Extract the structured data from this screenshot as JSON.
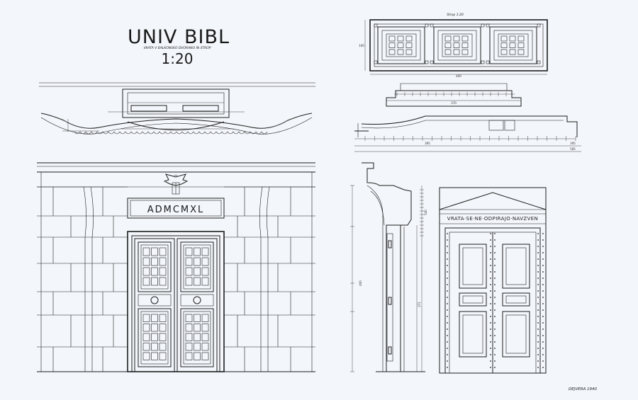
{
  "sheet": {
    "title": "UNIV BIBL",
    "subtitle": "VRATA V BALKONSKO DVORANO IN STROP",
    "scale": "1:20",
    "ceiling_label": "Strop 1:20",
    "door_inscription": "ADMCMXL",
    "elevation_inscription": "VRATA·SE·NE·ODPIRAJO·NAVZVEN",
    "signature": "DEJVERA 1940"
  },
  "dimensions": {
    "ceiling_width": "400",
    "ceiling_height": "100",
    "section_width": "370",
    "section_total": "395",
    "section_overall": "585",
    "door_height": "400",
    "door_height_inner": "371",
    "frieze_total": "540"
  },
  "colors": {
    "paper": "#f3f6fa",
    "ink": "#1e1e1e"
  }
}
